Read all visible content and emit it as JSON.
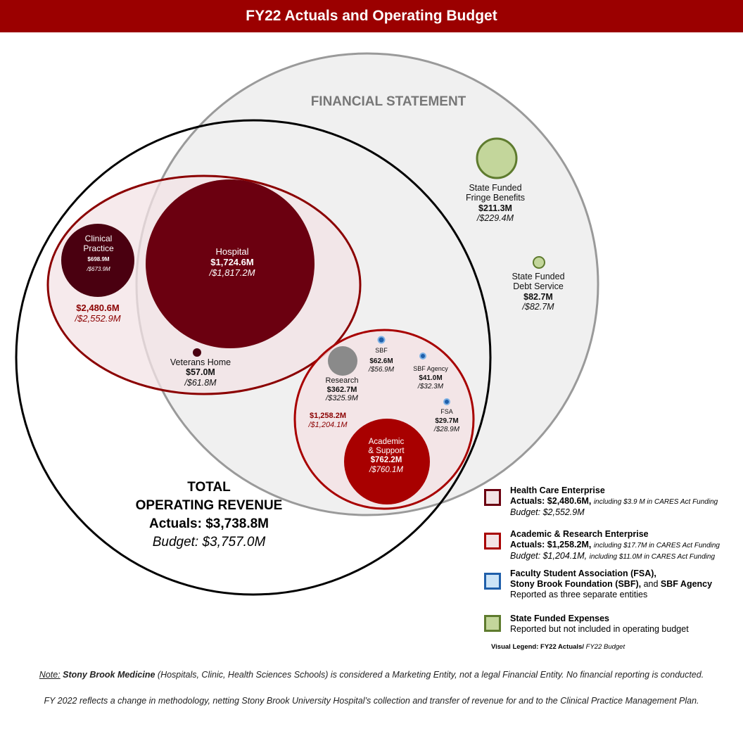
{
  "title": "FY22 Actuals and Operating Budget",
  "financial_statement_label": "FINANCIAL STATEMENT",
  "total": {
    "line1": "TOTAL",
    "line2": "OPERATING REVENUE",
    "actuals": "Actuals: $3,738.8M",
    "budget": "Budget:  $3,757.0M"
  },
  "health_care": {
    "actual": "$2,480.6M",
    "budget": "/$2,552.9M",
    "clinical_practice": {
      "name_line1": "Clinical",
      "name_line2": "Practice",
      "actual": "$698.9M",
      "budget": "/$673.9M"
    },
    "hospital": {
      "name": "Hospital",
      "actual": "$1,724.6M",
      "budget": "/$1,817.2M"
    },
    "veterans_home": {
      "name": "Veterans Home",
      "actual": "$57.0M",
      "budget": "/$61.8M"
    }
  },
  "academic": {
    "actual": "$1,258.2M",
    "budget": "/$1,204.1M",
    "research": {
      "name": "Research",
      "actual": "$362.7M",
      "budget": "/$325.9M"
    },
    "sbf": {
      "name": "SBF",
      "actual": "$62.6M",
      "budget": "/$56.9M"
    },
    "sbf_agency": {
      "name": "SBF Agency",
      "actual": "$41.0M",
      "budget": "/$32.3M"
    },
    "fsa": {
      "name": "FSA",
      "actual": "$29.7M",
      "budget": "/$28.9M"
    },
    "academic_support": {
      "name_line1": "Academic",
      "name_line2": "& Support",
      "actual": "$762.2M",
      "budget": "/$760.1M"
    }
  },
  "state_funded": {
    "fringe": {
      "name_line1": "State Funded",
      "name_line2": "Fringe Benefits",
      "actual": "$211.3M",
      "budget": "/$229.4M"
    },
    "debt": {
      "name_line1": "State Funded",
      "name_line2": "Debt Service",
      "actual": "$82.7M",
      "budget": "/$82.7M"
    }
  },
  "legend": {
    "health_care": {
      "title": "Health Care Enterprise",
      "actuals": "Actuals: $2,480.6M,",
      "actuals_note": "including $3.9 M in CARES Act Funding",
      "budget": "Budget: $2,552.9M"
    },
    "academic": {
      "title": "Academic & Research Enterprise",
      "actuals": "Actuals: $1,258.2M,",
      "actuals_note": "including $17.7M in CARES Act Funding",
      "budget": "Budget: $1,204.1M,",
      "budget_note": "including $11.0M in CARES Act Funding"
    },
    "entities": {
      "line1": "Faculty Student Association (FSA),",
      "line2a": "Stony Brook Foundation (SBF),",
      "line2b": "and",
      "line2c": "SBF Agency",
      "line3": "Reported as three separate entities"
    },
    "state": {
      "title": "State Funded Expenses",
      "subtitle": "Reported but not included in operating budget"
    },
    "visual_legend": {
      "label": "Visual Legend:",
      "actuals": "FY22 Actuals/",
      "budget": "FY22 Budget"
    }
  },
  "notes": {
    "note_label": "Note:",
    "note_entity": "Stony Brook Medicine",
    "note_text": " (Hospitals, Clinic, Health Sciences Schools) is considered a Marketing Entity, not a legal Financial Entity. No financial reporting is conducted.",
    "fy2022": "FY 2022 reflects a change in methodology, netting Stony Brook University Hospital’s collection and transfer of revenue for and to the Clinical Practice Management Plan."
  },
  "colors": {
    "title_bar": "#9b0000",
    "hospital": "#6b0010",
    "clinical": "#4a0010",
    "academic_support": "#a80000",
    "research": "#8a8a8a",
    "enterprise_fill": "#f3e3e5",
    "state_fill": "#c3d69b",
    "state_stroke": "#5e7b2e",
    "entity_fill": "#cce4f7",
    "entity_stroke": "#1f5faa"
  }
}
